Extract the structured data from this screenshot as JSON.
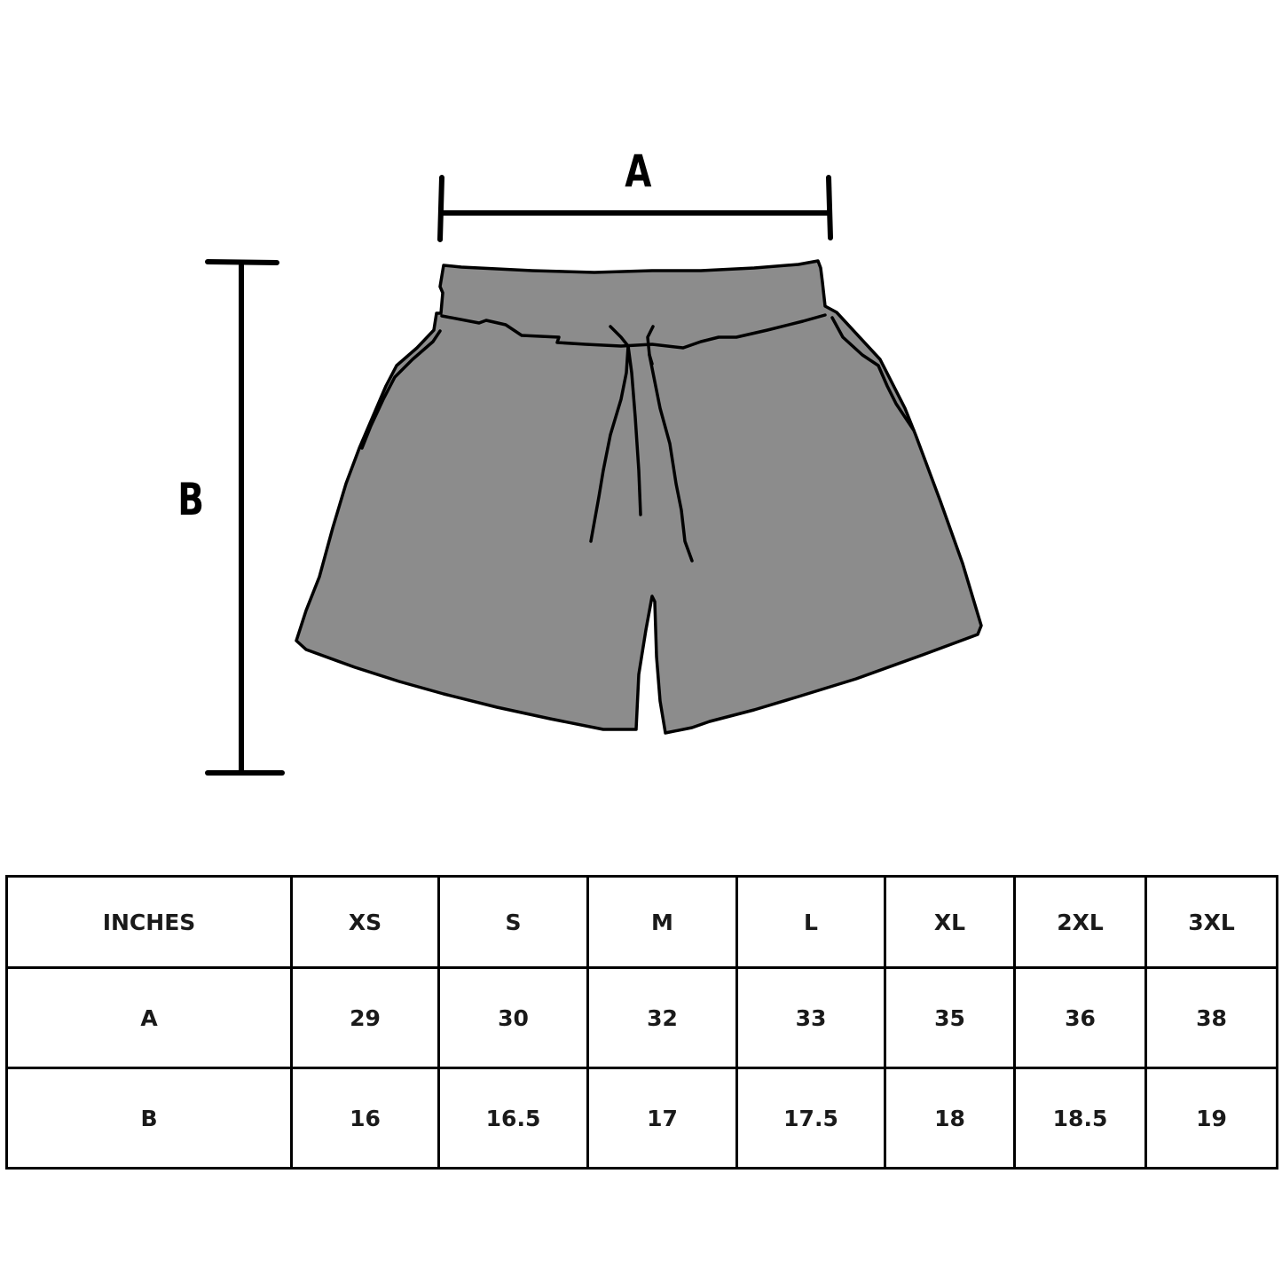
{
  "diagram": {
    "label_a": "A",
    "label_b": "B",
    "garment_fill": "#8c8c8c",
    "outline_color": "#000000",
    "garment_icon": "shorts-icon"
  },
  "table": {
    "header": {
      "unit": "INCHES",
      "sizes": [
        "XS",
        "S",
        "M",
        "L",
        "XL",
        "2XL",
        "3XL"
      ]
    },
    "rows": [
      {
        "label": "A",
        "values": [
          "29",
          "30",
          "32",
          "33",
          "35",
          "36",
          "38"
        ]
      },
      {
        "label": "B",
        "values": [
          "16",
          "16.5",
          "17",
          "17.5",
          "18",
          "18.5",
          "19"
        ]
      }
    ]
  }
}
